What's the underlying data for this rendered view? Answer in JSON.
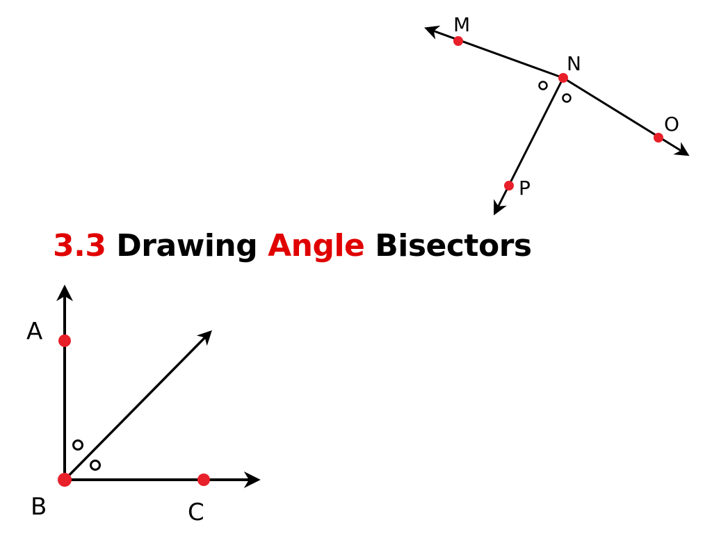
{
  "title": {
    "number": "3.3",
    "word1": "Drawing",
    "word2": "Angle",
    "word3": "Bisectors"
  },
  "diagram_top": {
    "labels": {
      "m": "M",
      "n": "N",
      "o": "O",
      "p": "P"
    }
  },
  "diagram_bottom": {
    "labels": {
      "a": "A",
      "b": "B",
      "c": "C"
    }
  },
  "colors": {
    "accent": "#e00000",
    "ink": "#000000"
  }
}
